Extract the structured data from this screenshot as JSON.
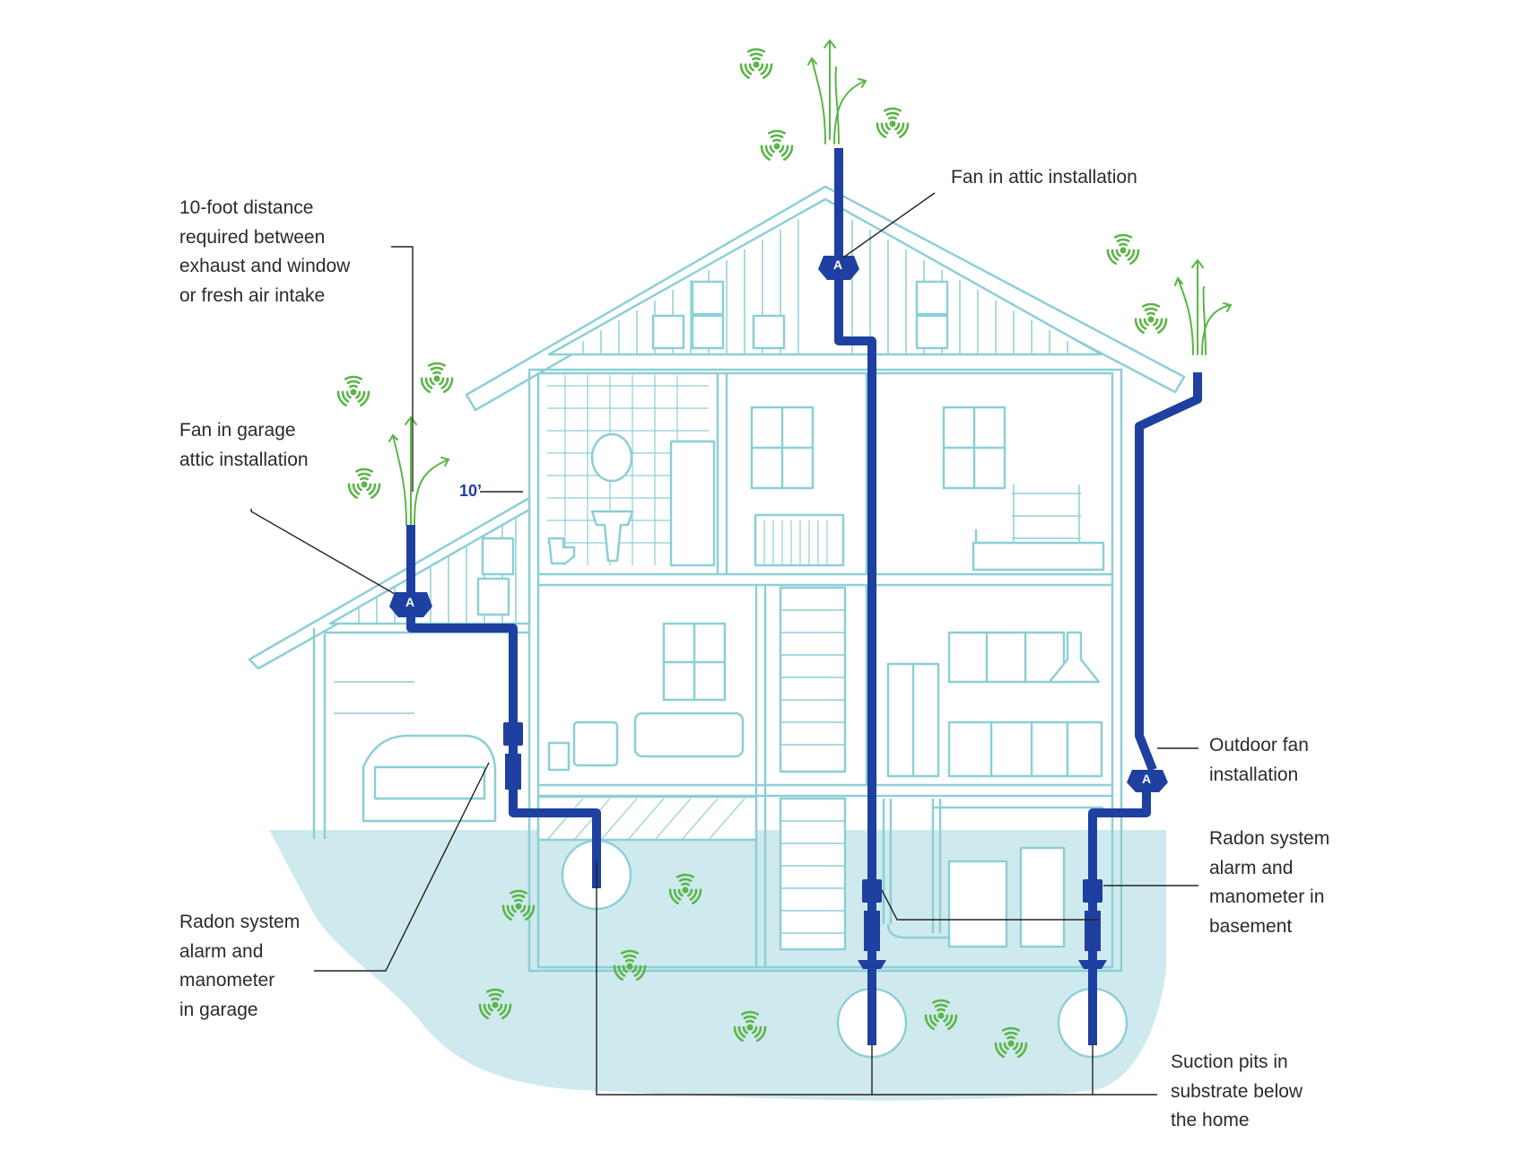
{
  "labels": {
    "ten_foot": [
      "10-foot distance",
      "required between",
      "exhaust and window",
      "or fresh air intake"
    ],
    "attic_fan": [
      "Fan in attic installation"
    ],
    "garage_fan": [
      "Fan in garage",
      "attic installation"
    ],
    "outdoor_fan": [
      "Outdoor fan",
      "installation"
    ],
    "basement_alarm": [
      "Radon system",
      "alarm and",
      "manometer in",
      "basement"
    ],
    "garage_alarm": [
      "Radon system",
      "alarm and",
      "manometer",
      "in garage"
    ],
    "suction_pits": [
      "Suction pits in",
      "substrate below",
      "the home"
    ],
    "distance_marker": "10’",
    "fan_logo": "A"
  },
  "colors": {
    "house_outline": "#8ccfd6",
    "ground": "#cfeaee",
    "pipe": "#1e40a0",
    "radon": "#5bb547",
    "leader": "#222222",
    "text": "#2b2b2b"
  }
}
